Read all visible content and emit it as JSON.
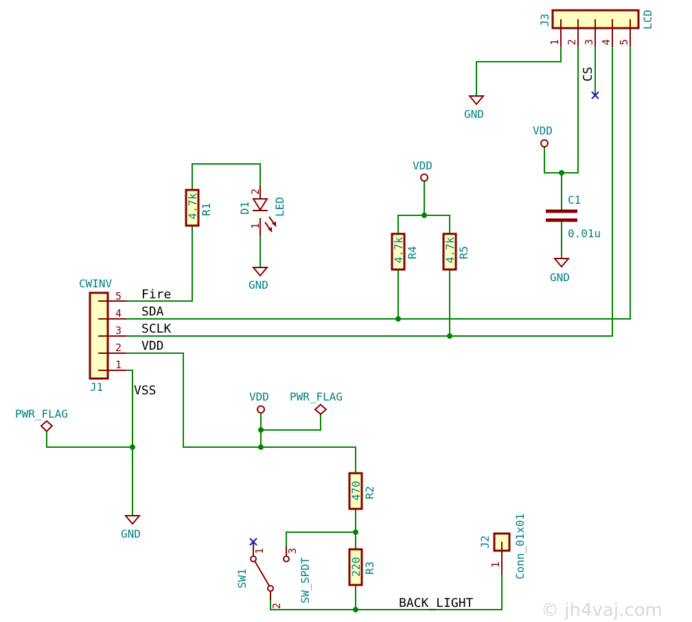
{
  "components": {
    "j3": {
      "ref": "J3",
      "value": "LCD",
      "pins": [
        "1",
        "2",
        "3",
        "4",
        "5"
      ]
    },
    "j1": {
      "ref": "J1",
      "value": "CWINV",
      "pins": [
        "5",
        "4",
        "3",
        "2",
        "1"
      ]
    },
    "r1": {
      "ref": "R1",
      "value": "4.7k"
    },
    "d1": {
      "ref": "D1",
      "value": "LED",
      "pin1": "1",
      "pin2": "2"
    },
    "r4": {
      "ref": "R4",
      "value": "4.7k"
    },
    "r5": {
      "ref": "R5",
      "value": "4.7k"
    },
    "c1": {
      "ref": "C1",
      "value": "0.01u"
    },
    "r2": {
      "ref": "R2",
      "value": "470"
    },
    "r3": {
      "ref": "R3",
      "value": "220"
    },
    "sw1": {
      "ref": "SW1",
      "value": "SW_SPDT",
      "pin1": "1",
      "pin2": "2",
      "pin3": "3"
    },
    "j2": {
      "ref": "J2",
      "value": "Conn_01x01",
      "pin1": "1"
    }
  },
  "power": {
    "gnd": "GND",
    "vdd": "VDD",
    "pwr_flag": "PWR_FLAG"
  },
  "nets": {
    "fire": "Fire",
    "sda": "SDA",
    "sclk": "SCLK",
    "vdd": "VDD",
    "vss": "VSS",
    "cs": "CS",
    "back_light": "BACK_LIGHT"
  },
  "watermark": "© jh4vaj.com"
}
